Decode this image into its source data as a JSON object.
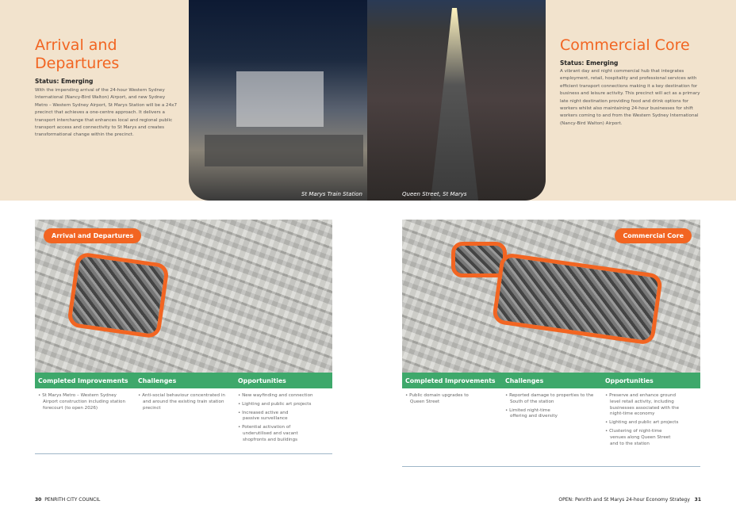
{
  "left": {
    "title_line1": "Arrival and",
    "title_line2": "Departures",
    "status": "Status: Emerging",
    "body": "With the impending arrival of the 24-hour Western Sydney International (Nancy-Bird Walton) Airport, and new Sydney Metro – Western Sydney Airport, St Marys Station will be a 24x7 precinct that achieves a one-centre approach. It delivers a transport interchange that enhances local and regional public transport access and connectivity to St Marys and creates transformational change within the precinct.",
    "map_label": "Arrival and Departures",
    "headers": [
      "Completed Improvements",
      "Challenges",
      "Opportunities"
    ],
    "completed": [
      "St Marys Metro – Western Sydney Airport construction including station forecourt (to open 2026)"
    ],
    "challenges": [
      "Anti-social behaviour concentrated in and around the existing train station precinct"
    ],
    "opportunities": [
      "New wayfinding and connection",
      "Lighting and public art projects",
      "Increased active and passive surveillance",
      "Potential activation of underutilised and vacant shopfronts and buildings"
    ]
  },
  "right": {
    "title": "Commercial Core",
    "status": "Status: Emerging",
    "body": "A vibrant day and night commercial hub that integrates employment, retail, hospitality and professional services with efficient transport connections making it a key destination for business and leisure activity. This precinct will act as a primary late night destination providing food and drink options for workers whilst also maintaining 24-hour businesses for shift workers coming to and from the Western Sydney International (Nancy-Bird Walton) Airport.",
    "map_label": "Commercial Core",
    "headers": [
      "Completed Improvements",
      "Challenges",
      "Opportunities"
    ],
    "completed": [
      "Public domain upgrades to Queen Street"
    ],
    "challenges": [
      "Reported damage to properties to the South of the station",
      "Limited night-time offering and diversity"
    ],
    "opportunities": [
      "Preserve and enhance ground level retail activity, including businesses associated with the night-time economy",
      "Lighting and public art projects",
      "Clustering of night-time venues along Queen Street and to the station"
    ]
  },
  "photos": {
    "caption1": "St Marys Train Station",
    "caption2": "Queen Street, St Marys"
  },
  "footer": {
    "left_page": "30",
    "left_text": "PENRITH CITY COUNCIL",
    "right_text": "OPEN: Penrith and St Marys 24-hour Economy Strategy",
    "right_page": "31"
  }
}
